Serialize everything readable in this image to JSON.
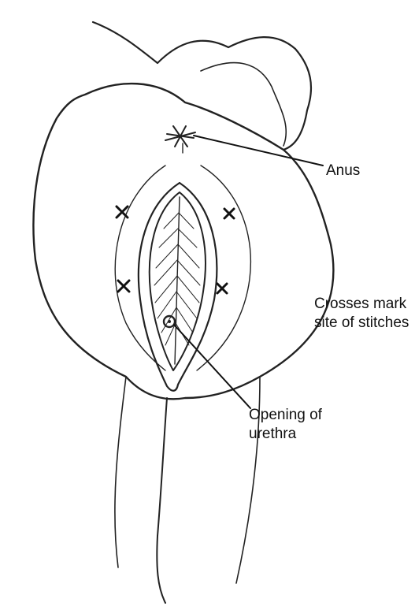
{
  "labels": {
    "anus": "Anus",
    "crosses_line1": "Crosses mark",
    "crosses_line2": "site of stitches",
    "urethra_line1": "Opening of",
    "urethra_line2": "urethra"
  },
  "stitch_marks": [
    {
      "symbol": "×",
      "side": "left-upper"
    },
    {
      "symbol": "×",
      "side": "right-upper"
    },
    {
      "symbol": "×",
      "side": "left-lower"
    },
    {
      "symbol": "×",
      "side": "right-lower"
    }
  ],
  "colors": {
    "ink": "#111111",
    "background": "#ffffff"
  }
}
